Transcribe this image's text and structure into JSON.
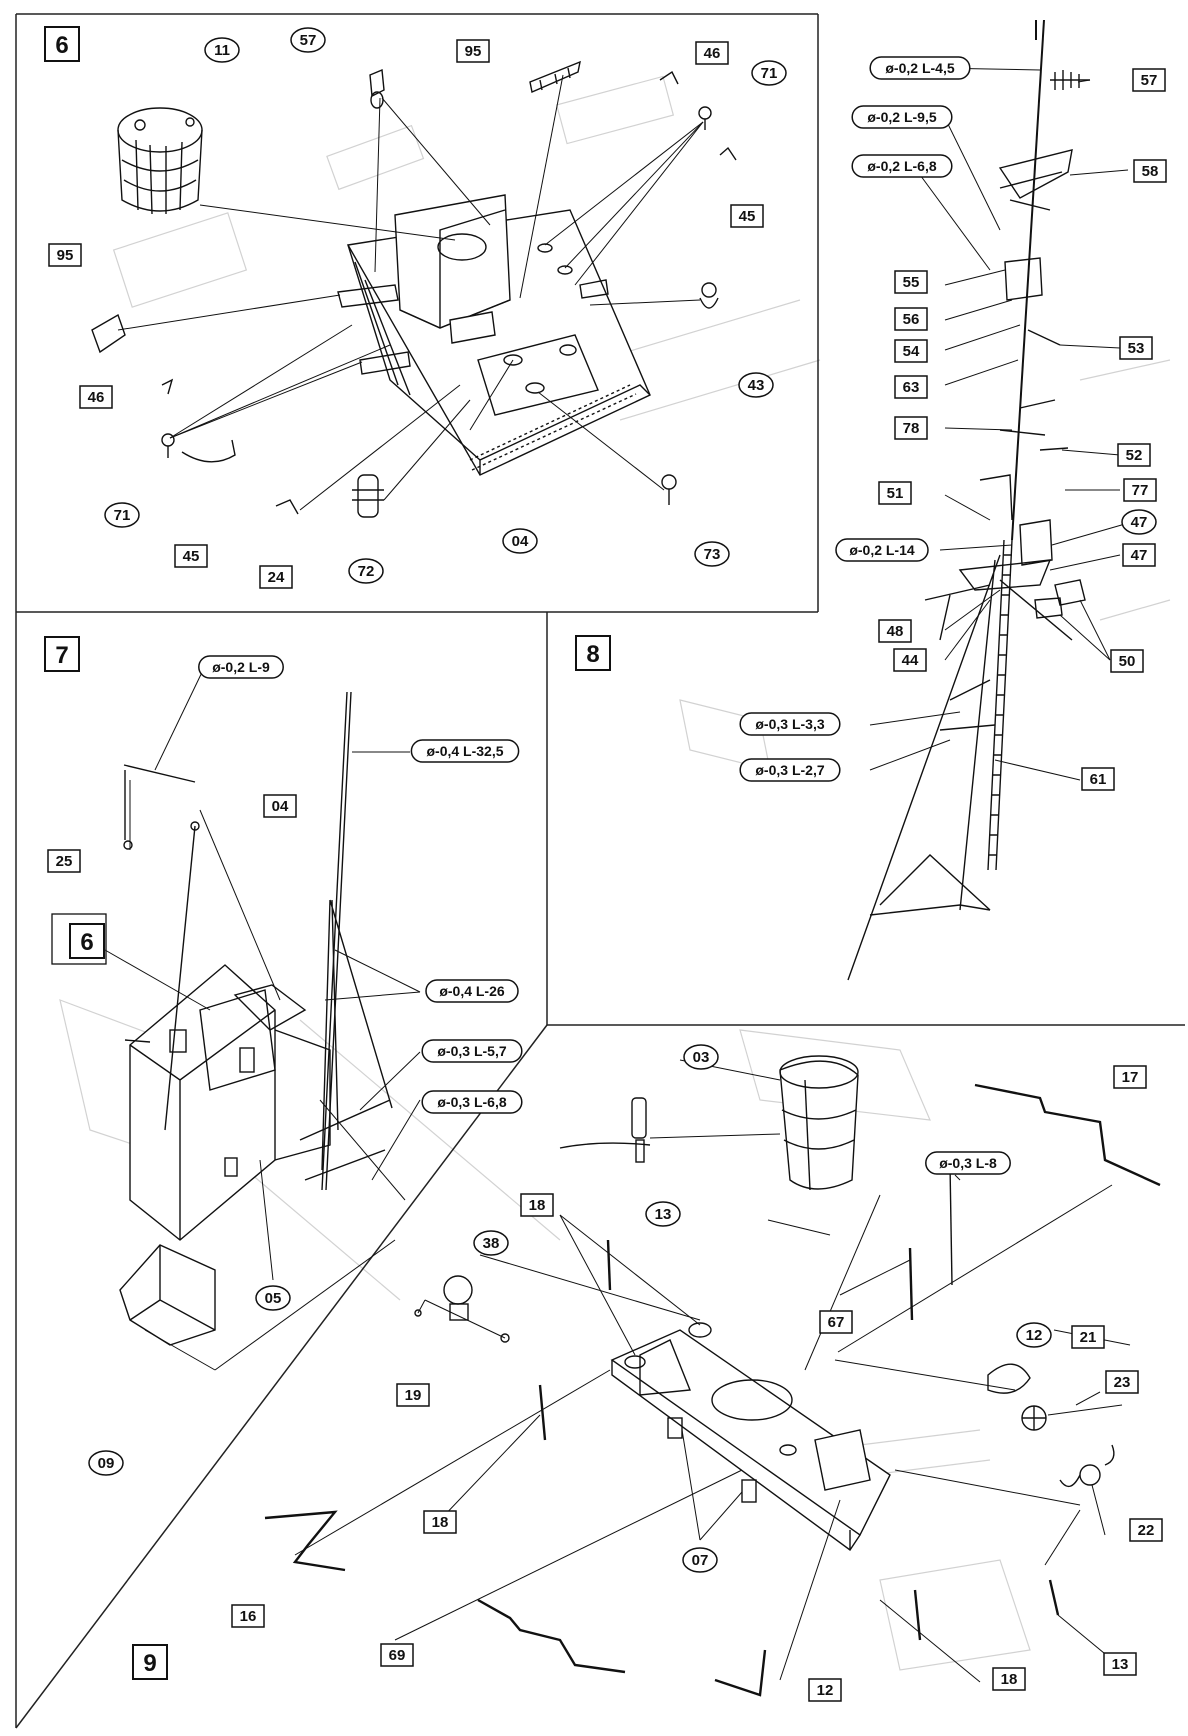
{
  "steps": [
    {
      "id": "6",
      "shape": "box"
    },
    {
      "id": "7",
      "shape": "box"
    },
    {
      "id": "8",
      "shape": "box"
    },
    {
      "id": "9",
      "shape": "box"
    }
  ],
  "step_ref": "6",
  "labels": [
    {
      "text": "11",
      "shape": "circle"
    },
    {
      "text": "57",
      "shape": "circle"
    },
    {
      "text": "95",
      "shape": "box"
    },
    {
      "text": "46",
      "shape": "box"
    },
    {
      "text": "71",
      "shape": "circle"
    },
    {
      "text": "45",
      "shape": "box"
    },
    {
      "text": "95",
      "shape": "box"
    },
    {
      "text": "43",
      "shape": "circle"
    },
    {
      "text": "46",
      "shape": "box"
    },
    {
      "text": "71",
      "shape": "circle"
    },
    {
      "text": "45",
      "shape": "box"
    },
    {
      "text": "24",
      "shape": "box"
    },
    {
      "text": "72",
      "shape": "circle"
    },
    {
      "text": "04",
      "shape": "circle"
    },
    {
      "text": "73",
      "shape": "circle"
    },
    {
      "text": "57",
      "shape": "box"
    },
    {
      "text": "58",
      "shape": "box"
    },
    {
      "text": "55",
      "shape": "box"
    },
    {
      "text": "56",
      "shape": "box"
    },
    {
      "text": "54",
      "shape": "box"
    },
    {
      "text": "53",
      "shape": "box"
    },
    {
      "text": "63",
      "shape": "box"
    },
    {
      "text": "78",
      "shape": "box"
    },
    {
      "text": "52",
      "shape": "box"
    },
    {
      "text": "51",
      "shape": "box"
    },
    {
      "text": "77",
      "shape": "box"
    },
    {
      "text": "47",
      "shape": "circle"
    },
    {
      "text": "47",
      "shape": "box"
    },
    {
      "text": "48",
      "shape": "box"
    },
    {
      "text": "44",
      "shape": "box"
    },
    {
      "text": "50",
      "shape": "box"
    },
    {
      "text": "61",
      "shape": "box"
    },
    {
      "text": "25",
      "shape": "box"
    },
    {
      "text": "04",
      "shape": "box"
    },
    {
      "text": "05",
      "shape": "circle"
    },
    {
      "text": "09",
      "shape": "circle"
    },
    {
      "text": "03",
      "shape": "circle"
    },
    {
      "text": "17",
      "shape": "box"
    },
    {
      "text": "13",
      "shape": "circle"
    },
    {
      "text": "18",
      "shape": "box"
    },
    {
      "text": "38",
      "shape": "circle"
    },
    {
      "text": "67",
      "shape": "box"
    },
    {
      "text": "12",
      "shape": "circle"
    },
    {
      "text": "21",
      "shape": "box"
    },
    {
      "text": "23",
      "shape": "box"
    },
    {
      "text": "19",
      "shape": "box"
    },
    {
      "text": "22",
      "shape": "box"
    },
    {
      "text": "18",
      "shape": "box"
    },
    {
      "text": "07",
      "shape": "circle"
    },
    {
      "text": "16",
      "shape": "box"
    },
    {
      "text": "69",
      "shape": "box"
    },
    {
      "text": "12",
      "shape": "box"
    },
    {
      "text": "18",
      "shape": "box"
    },
    {
      "text": "13",
      "shape": "box"
    }
  ],
  "dimensions": [
    {
      "text": "ø-0,2 L-4,5"
    },
    {
      "text": "ø-0,2 L-9,5"
    },
    {
      "text": "ø-0,2 L-6,8"
    },
    {
      "text": "ø-0,2 L-14"
    },
    {
      "text": "ø-0,3 L-3,3"
    },
    {
      "text": "ø-0,3 L-2,7"
    },
    {
      "text": "ø-0,2 L-9"
    },
    {
      "text": "ø-0,4 L-32,5"
    },
    {
      "text": "ø-0,4 L-26"
    },
    {
      "text": "ø-0,3 L-5,7"
    },
    {
      "text": "ø-0,3 L-6,8"
    },
    {
      "text": "ø-0,3 L-8"
    }
  ]
}
